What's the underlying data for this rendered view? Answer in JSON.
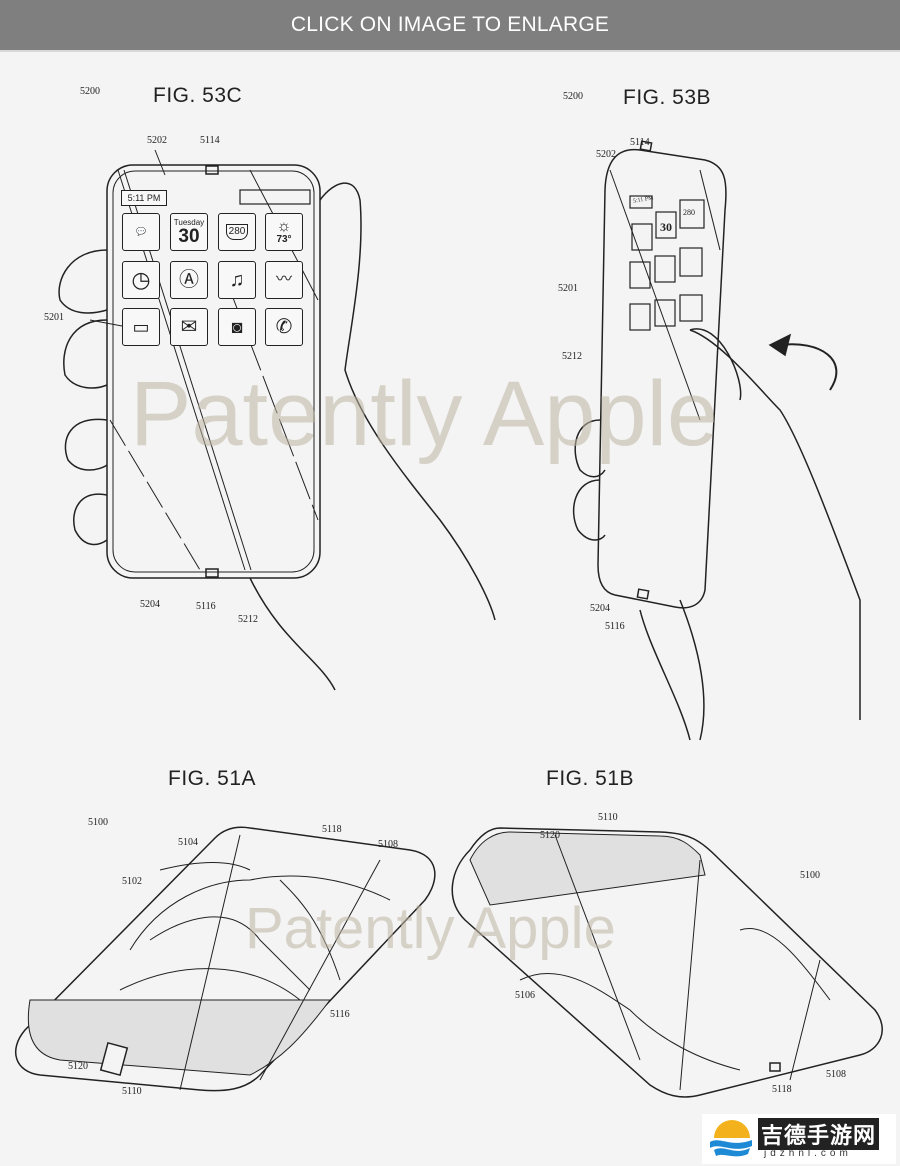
{
  "header": {
    "banner": "CLICK ON IMAGE TO ENLARGE"
  },
  "watermark": "Patently Apple",
  "fig53c": {
    "title": "FIG. 53C",
    "labels": {
      "ref": "5200",
      "l5202": "5202",
      "l5114": "5114",
      "l5201": "5201",
      "l5204": "5204",
      "l5116": "5116",
      "l5212": "5212"
    },
    "status_time": "5:11 PM",
    "calendar_day": "Tuesday",
    "calendar_date": "30",
    "highway": "280",
    "temperature": "73°"
  },
  "fig53b": {
    "title": "FIG. 53B",
    "labels": {
      "ref": "5200",
      "l5114": "5114",
      "l5202": "5202",
      "l5201": "5201",
      "l5212": "5212",
      "l5204": "5204",
      "l5116": "5116"
    },
    "status_time": "5:11 PM",
    "calendar_date": "30",
    "highway": "280"
  },
  "fig51a": {
    "title": "FIG. 51A",
    "labels": {
      "ref": "5100",
      "l5104": "5104",
      "l5118": "5118",
      "l5108": "5108",
      "l5102": "5102",
      "l5116": "5116",
      "l5120": "5120",
      "l5110": "5110"
    }
  },
  "fig51b": {
    "title": "FIG. 51B",
    "labels": {
      "l5110": "5110",
      "l5120": "5120",
      "ref": "5100",
      "l5106": "5106",
      "l5118": "5118",
      "l5108": "5108"
    }
  },
  "logo": {
    "brand": "吉德手游网",
    "url": "jdzhnl.com"
  }
}
